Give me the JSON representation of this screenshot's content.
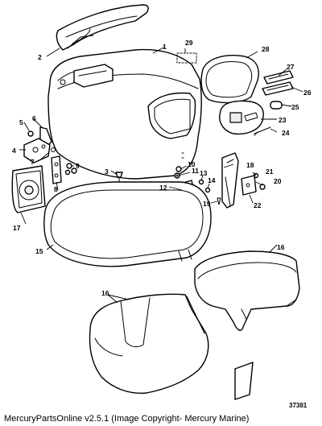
{
  "callouts": {
    "c1": "1",
    "c2": "2",
    "c3": "3",
    "c4": "4",
    "c5": "5",
    "c6": "6",
    "c7": "7",
    "c8": "8",
    "c9": "9",
    "c10": "10",
    "c11": "11",
    "c12": "12",
    "c13": "13",
    "c14": "14",
    "c15": "15",
    "c16a": "16",
    "c16b": "16",
    "c17": "17",
    "c18": "18",
    "c19": "19",
    "c20": "20",
    "c21": "21",
    "c22": "22",
    "c23": "23",
    "c24": "24",
    "c25": "25",
    "c26": "26",
    "c27": "27",
    "c28": "28",
    "c29": "29"
  },
  "drawing_number": "37381",
  "caption": "MercuryPartsOnline v2.5.1 (Image Copyright- Mercury Marine)"
}
